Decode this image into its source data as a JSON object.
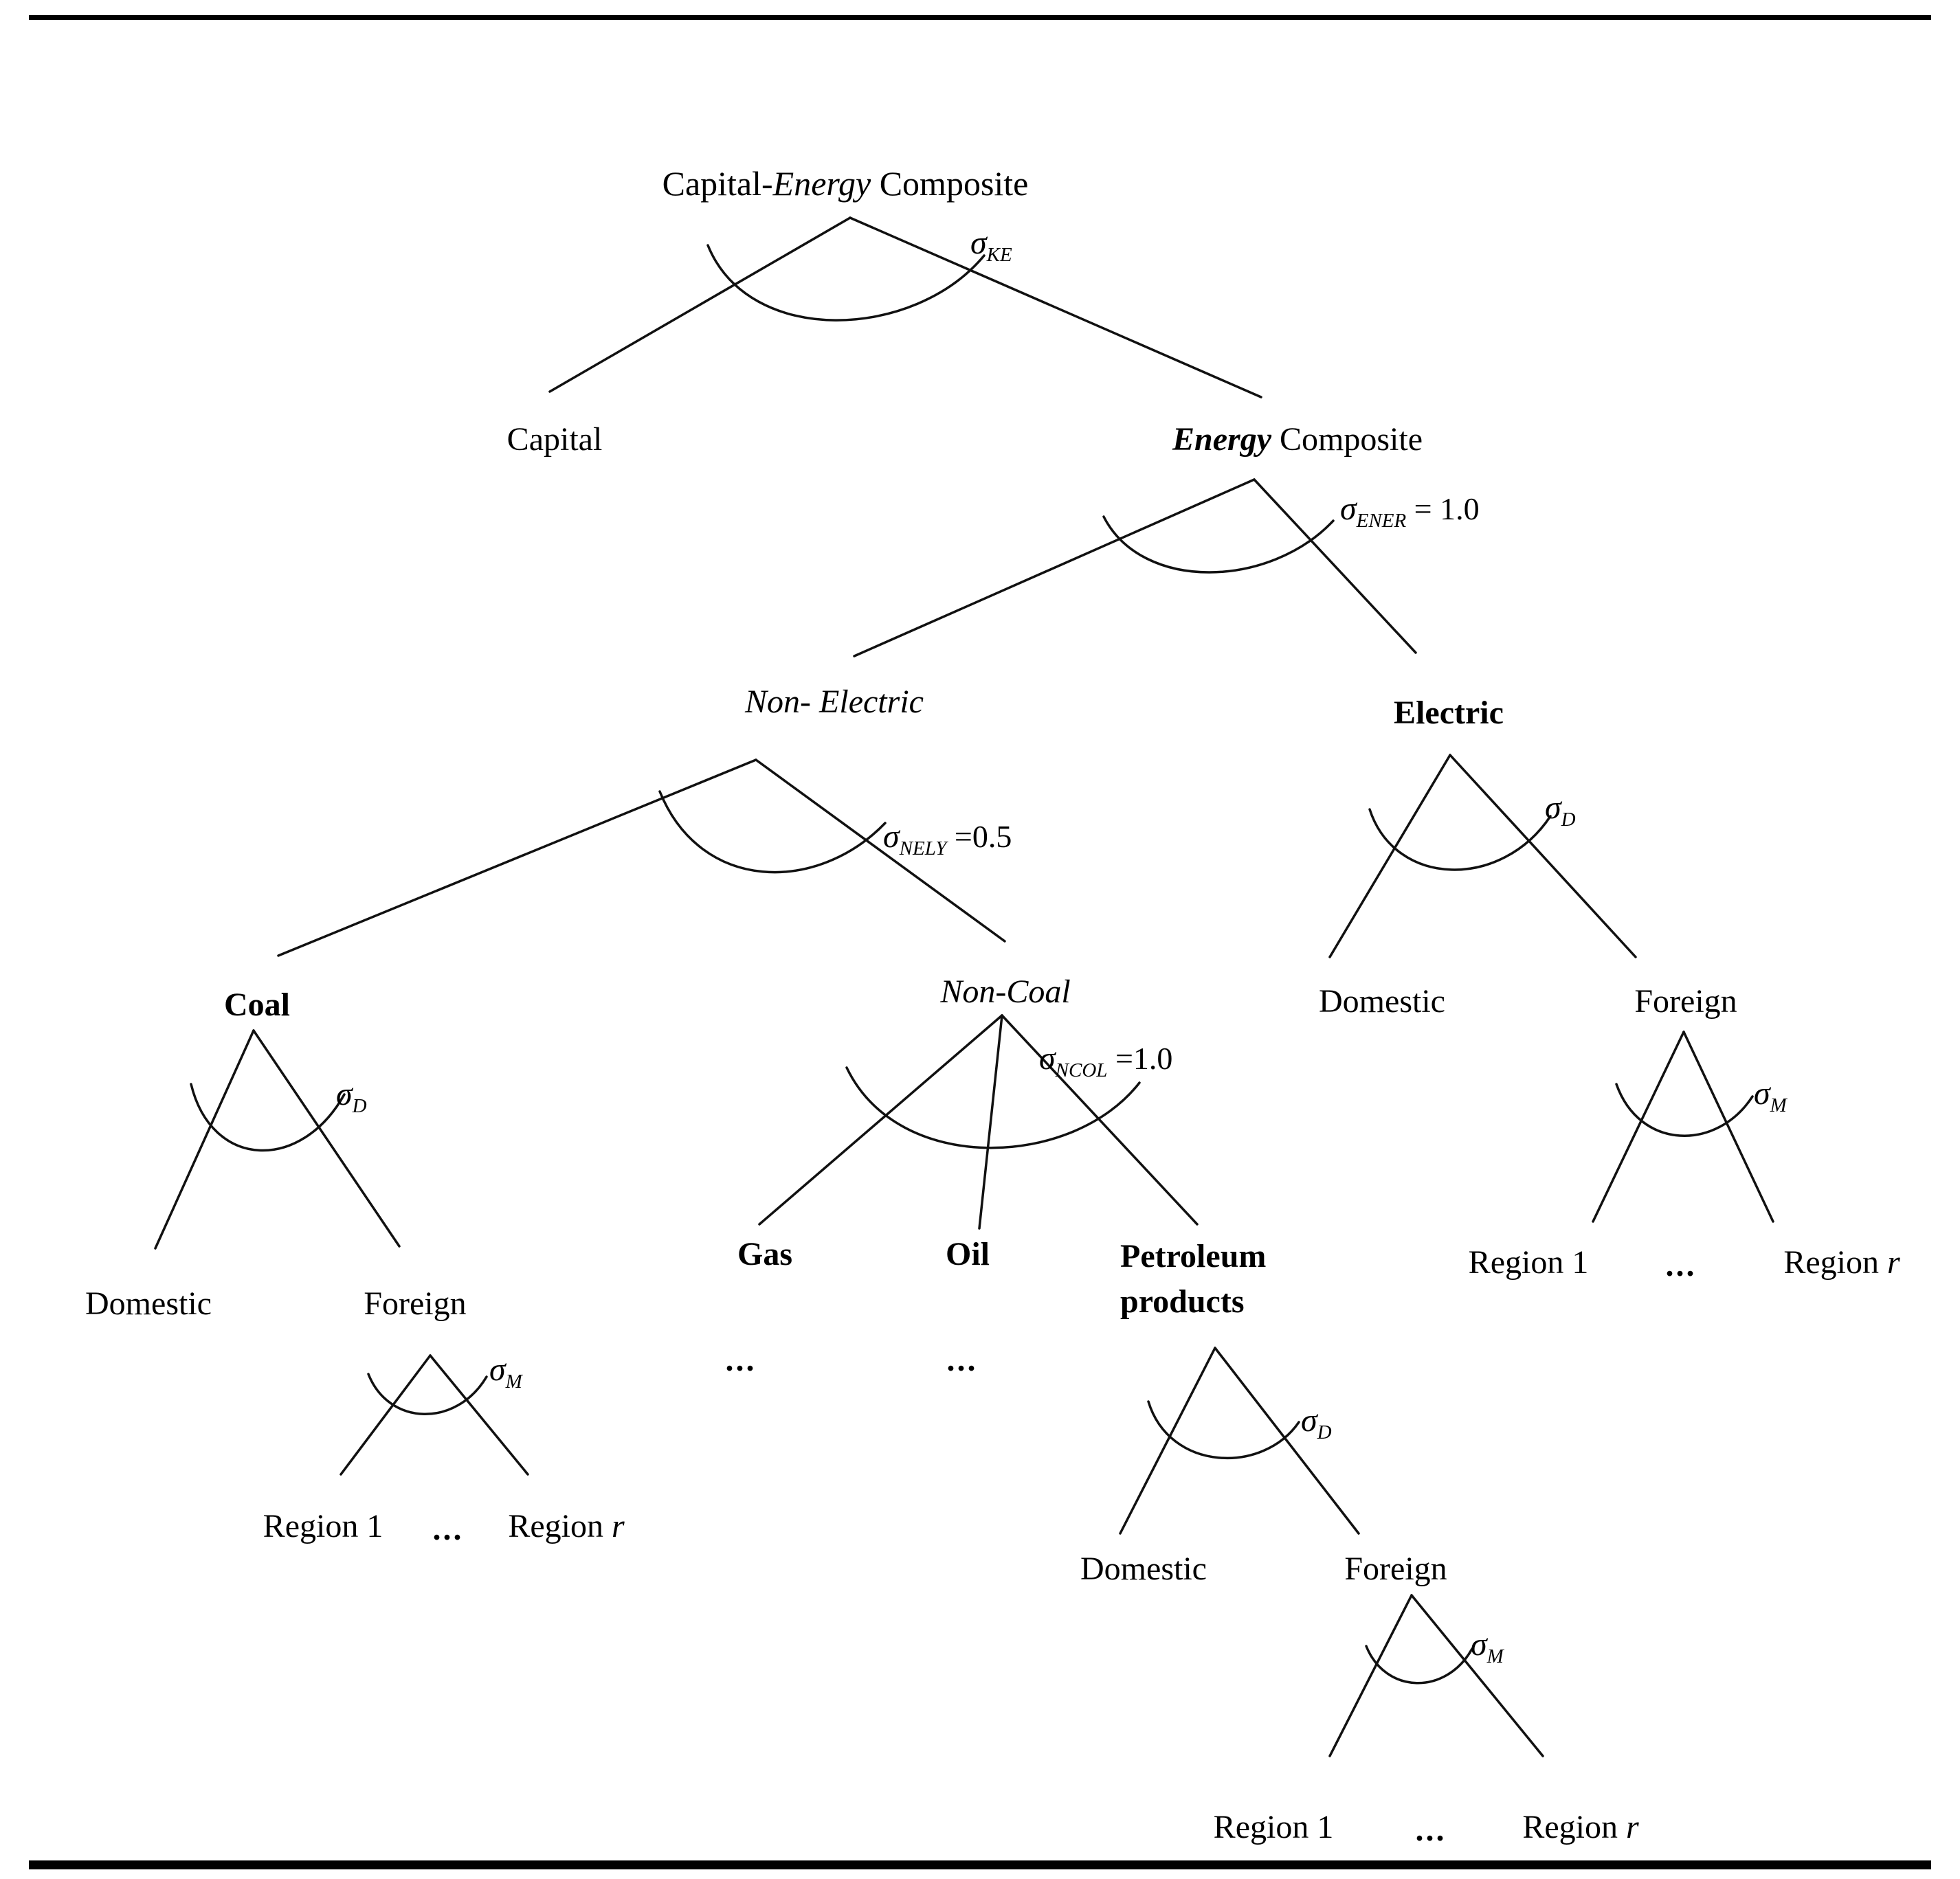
{
  "figure": {
    "background": "#ffffff",
    "line_color": "#111111"
  },
  "labels": {
    "root_pre": "Capital-",
    "root_italic": "Energy",
    "root_post": " Composite",
    "capital": "Capital",
    "energy_bold_italic": "Energy",
    "energy_post": " Composite",
    "non_electric": "Non- Electric",
    "electric": "Electric",
    "coal": "Coal",
    "non_coal": "Non-Coal",
    "gas": "Gas",
    "oil": "Oil",
    "petroleum_line1": "Petroleum",
    "petroleum_line2": "products",
    "domestic": "Domestic",
    "foreign": "Foreign",
    "region_1": "Region 1",
    "region_prefix": "Region ",
    "region_r_italic": "r",
    "ellipsis": "..."
  },
  "sigma": {
    "symbol": "σ",
    "ke_sub": "KE",
    "ener_sub": "ENER",
    "ener_value": " = 1.0",
    "nely_sub": "NELY",
    "nely_value": " =0.5",
    "ncol_sub": "NCOL",
    "ncol_value": " =1.0",
    "d_sub": "D",
    "m_sub": "M"
  }
}
